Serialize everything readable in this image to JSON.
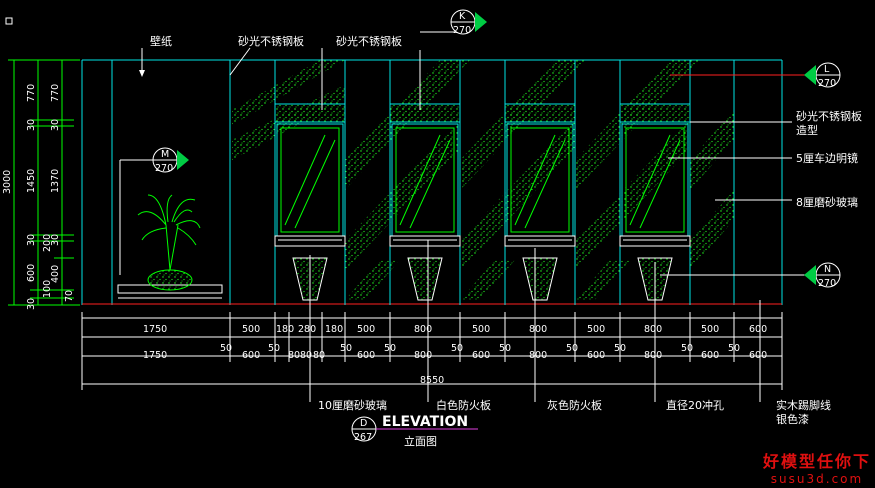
{
  "labels": {
    "wallpaper": "壁纸",
    "steel1": "砂光不锈钢板",
    "steel2": "砂光不锈钢板",
    "steel3a": "砂光不锈钢板",
    "steel3b": "造型",
    "mirror": "5厘车边明镜",
    "glass8": "8厘磨砂玻璃",
    "glass10": "10厘磨砂玻璃",
    "white_board": "白色防火板",
    "grey_board": "灰色防火板",
    "hole": "直径20冲孔",
    "skirting1": "实木踢脚线",
    "skirting2": "银色漆"
  },
  "markers": [
    {
      "letter": "K",
      "num": "270"
    },
    {
      "letter": "L",
      "num": "270"
    },
    {
      "letter": "M",
      "num": "270"
    },
    {
      "letter": "N",
      "num": "270"
    }
  ],
  "left_dims": {
    "outer": [
      "3000"
    ],
    "mid": [
      "770",
      "30",
      "1450",
      "30",
      "600",
      "30"
    ],
    "inner": [
      "770",
      "30",
      "1370",
      "30",
      "200",
      "400",
      "100",
      "70"
    ]
  },
  "bottom_dims": {
    "row1": [
      "1750",
      "500",
      "180",
      "280",
      "180",
      "500",
      "800",
      "500",
      "800",
      "500",
      "800",
      "500",
      "600"
    ],
    "row2": [
      "1750",
      "50",
      "600",
      "50",
      "80",
      "80",
      "80",
      "50",
      "600",
      "50",
      "800",
      "50",
      "600",
      "50",
      "800",
      "50",
      "600",
      "50",
      "800",
      "50",
      "600",
      "50",
      "600"
    ],
    "total": "8550"
  },
  "title": {
    "main": "ELEVATION",
    "sub": "立面图",
    "badge_top": "D",
    "badge_bottom": "267"
  },
  "watermark": {
    "line1": "好模型任你下",
    "line2": "susu3d.com"
  }
}
